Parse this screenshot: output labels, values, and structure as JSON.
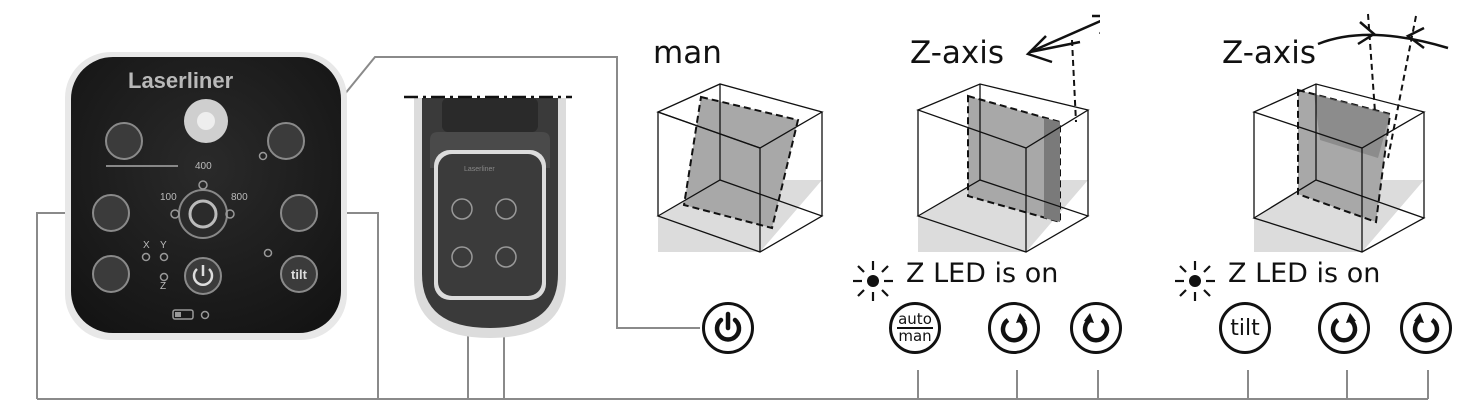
{
  "panel": {
    "brand": "Laserliner",
    "speed_labels": [
      "400",
      "100",
      "800"
    ],
    "axis_labels": [
      "X",
      "Y",
      "Z"
    ],
    "tilt_label": "tilt"
  },
  "remote": {
    "brand": "Laserliner"
  },
  "diagrams": [
    {
      "title": "man"
    },
    {
      "title": "Z-axis"
    },
    {
      "title": "Z-axis"
    }
  ],
  "led_notes": [
    "Z LED is on",
    "Z LED is on"
  ],
  "buttons": {
    "power": "power-icon",
    "auto_top": "auto",
    "auto_bottom": "man",
    "tilt": "tilt",
    "rotate_left": "rotate-left-icon",
    "rotate_right": "rotate-right-icon"
  },
  "colors": {
    "panel_bg": "#1c1c1c",
    "plane_fill": "#a8a8a8",
    "floor_fill": "#dcdcdc",
    "connector": "#8a8a8a",
    "ink": "#111111"
  }
}
